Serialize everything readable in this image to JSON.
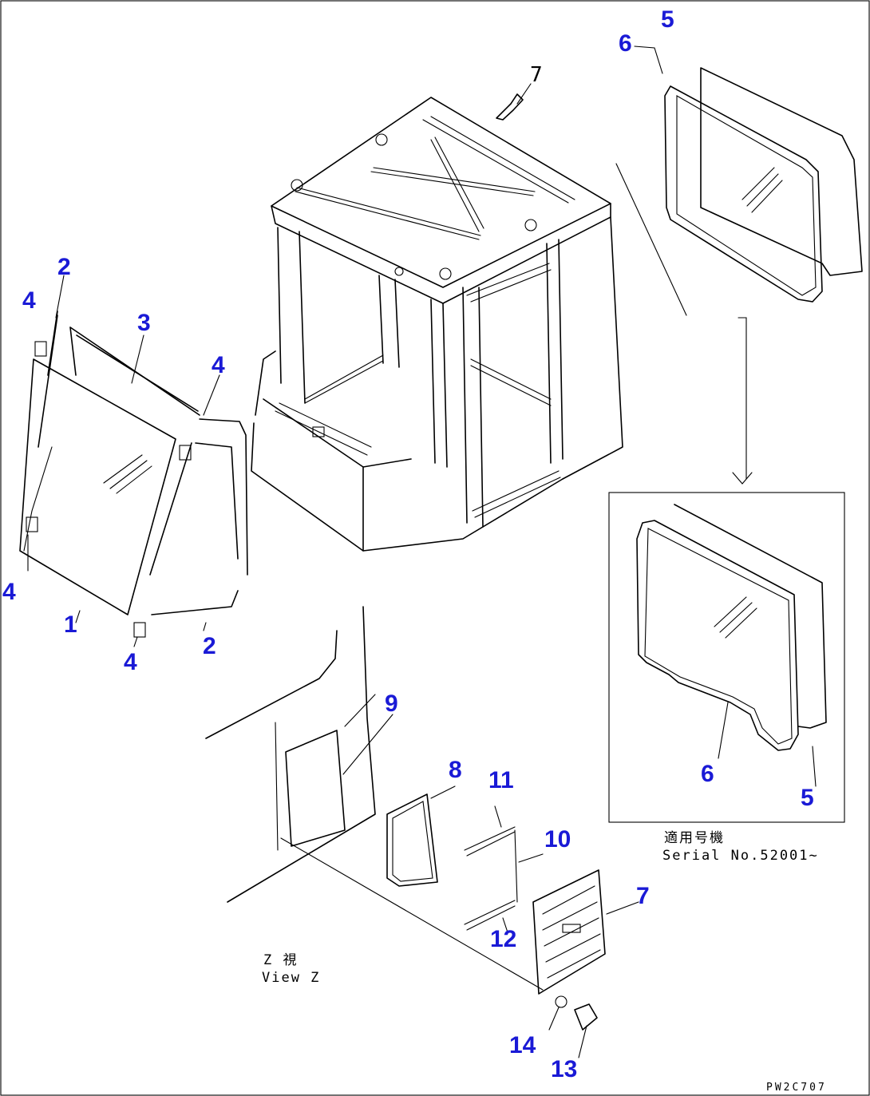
{
  "callouts": {
    "c1": "1",
    "c2a": "2",
    "c2b": "2",
    "c3": "3",
    "c4a": "4",
    "c4b": "4",
    "c4c": "4",
    "c4d": "4",
    "c5a": "5",
    "c5b": "5",
    "c6a": "6",
    "c6b": "6",
    "c7a": "7",
    "c7b": "7",
    "c8": "8",
    "c9": "9",
    "c10": "10",
    "c11": "11",
    "c12": "12",
    "c13": "13",
    "c14": "14"
  },
  "notes": {
    "serial_jp": "適用号機",
    "serial_en": "Serial No.52001~",
    "view_jp": "Z 視",
    "view_en": "View Z",
    "drawing_code": "PW2C707"
  },
  "colors": {
    "callout": "#1a1ad6",
    "line": "#000000",
    "background": "#ffffff"
  }
}
